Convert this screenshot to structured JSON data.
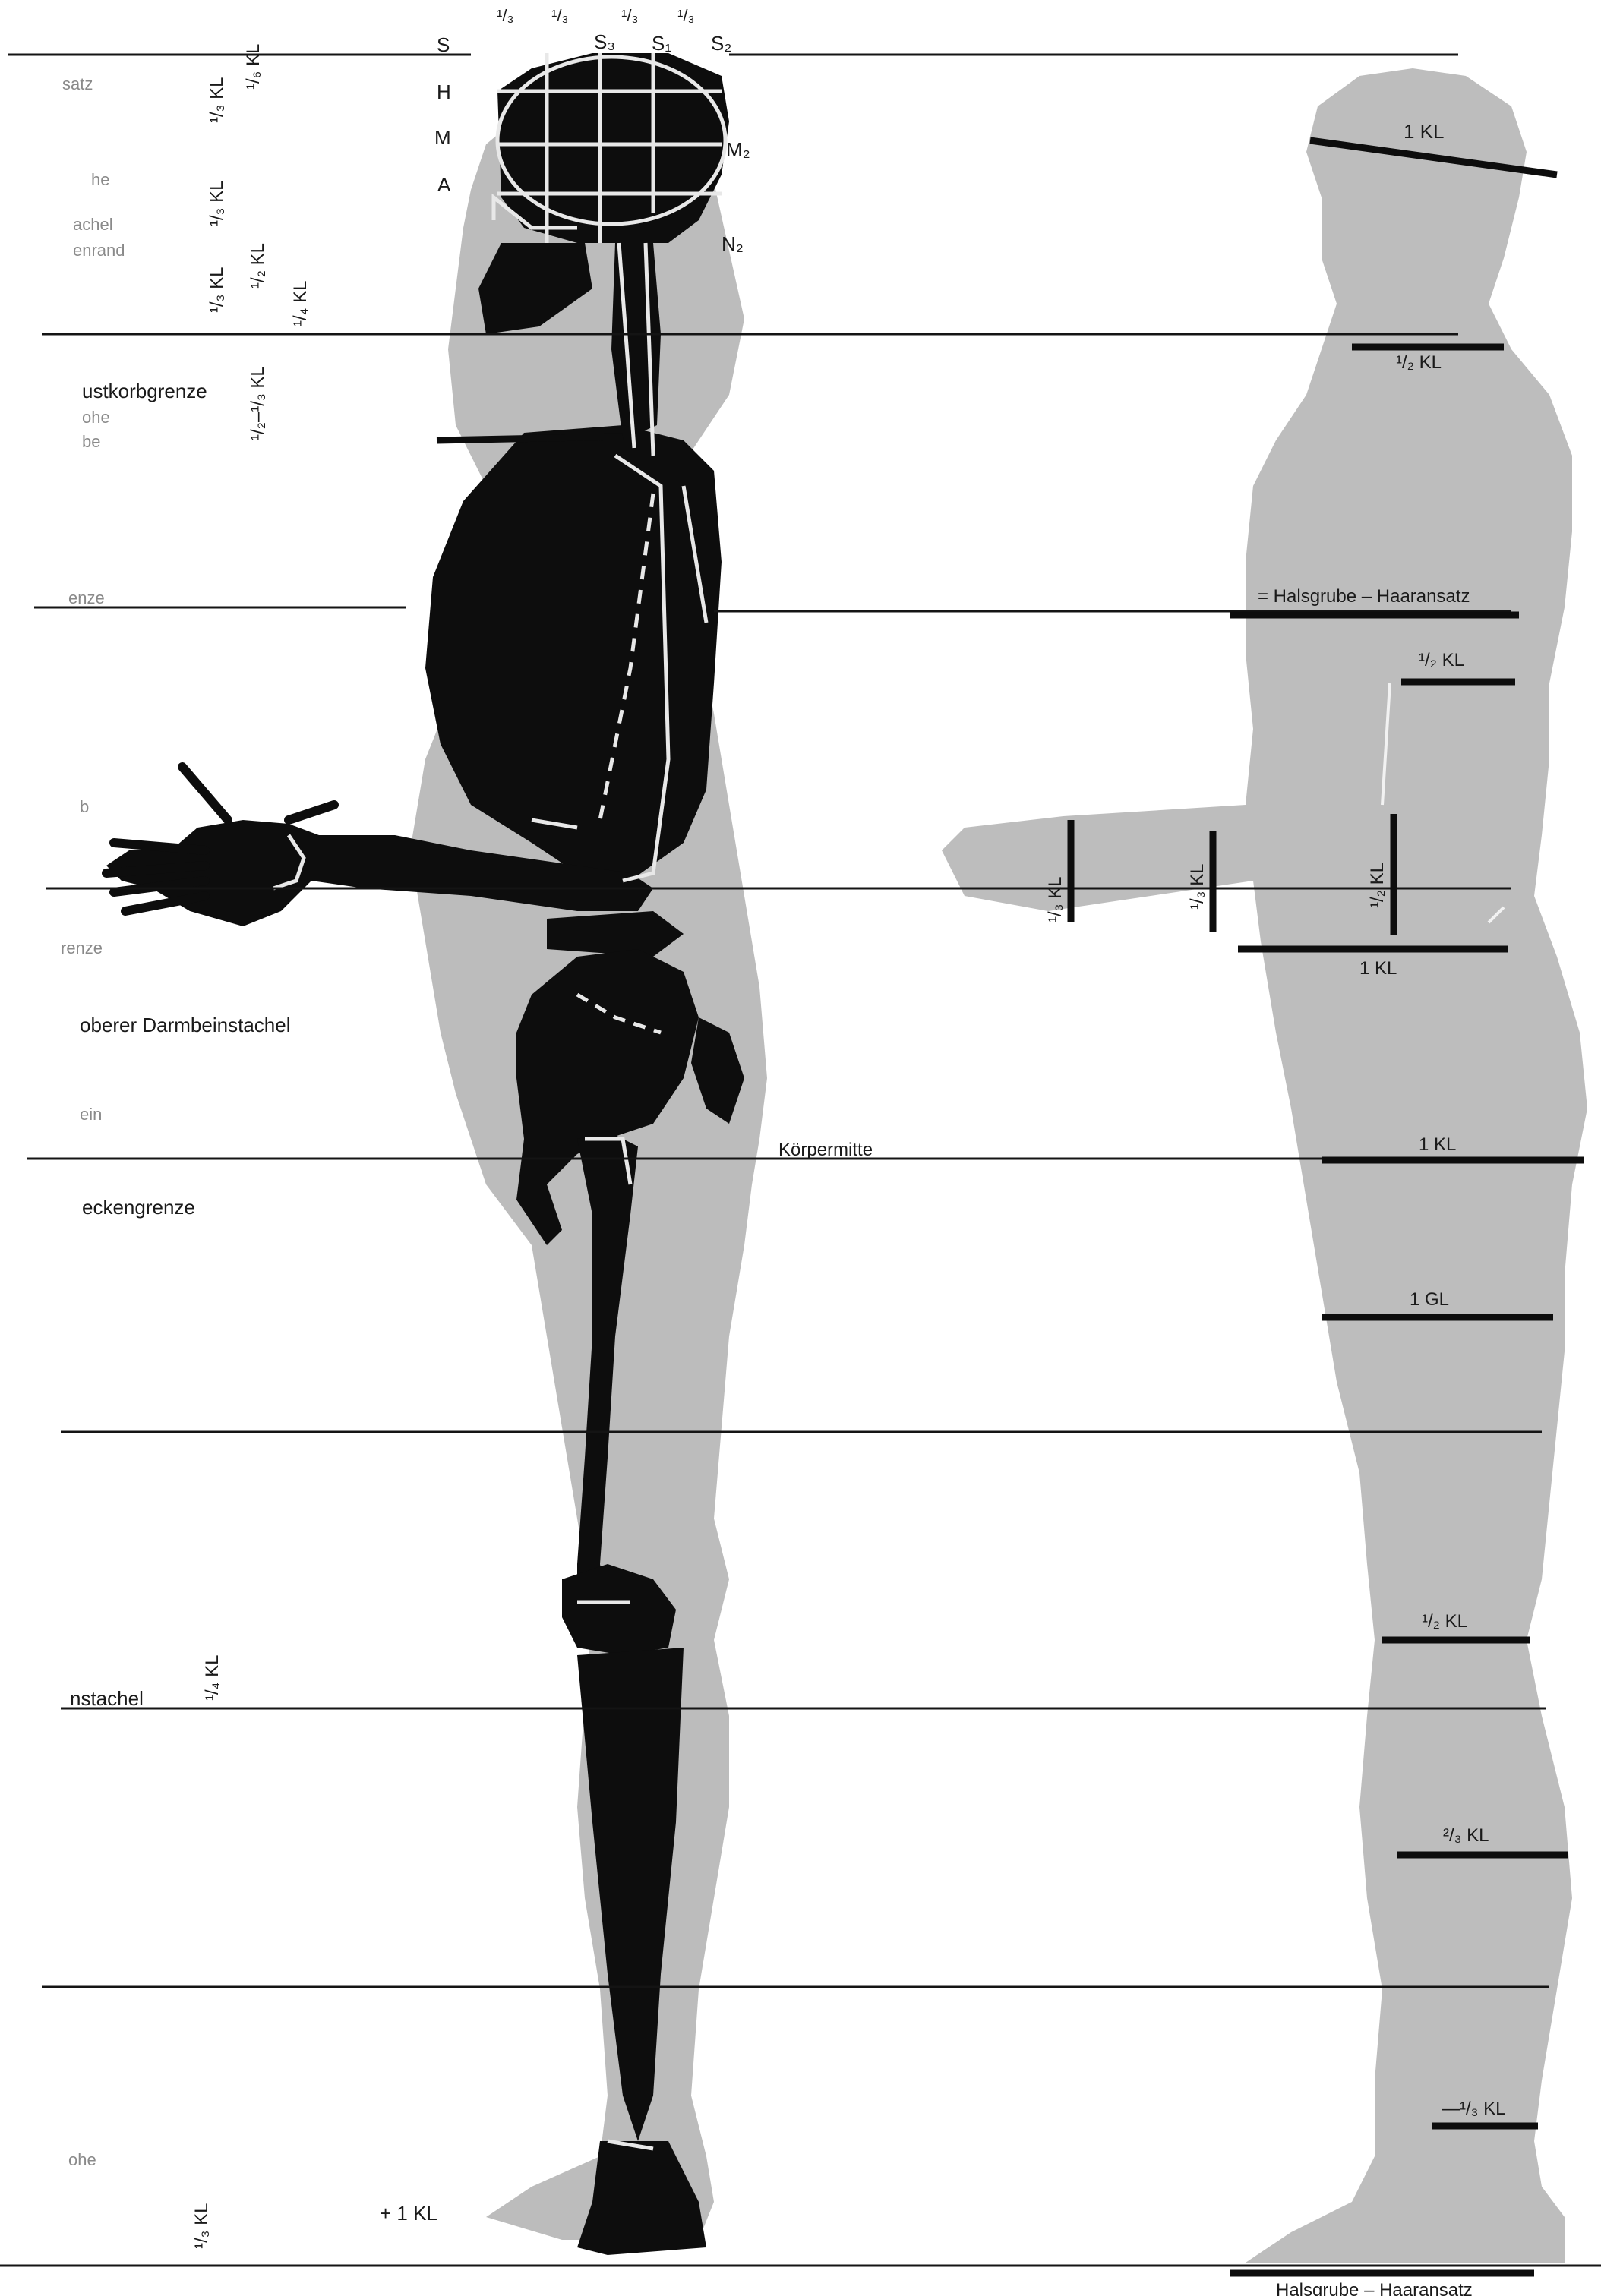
{
  "left_labels": {
    "l1": "satz",
    "l2": "he",
    "l3": "achel",
    "l4": "enrand",
    "l5": "ustkorbgrenze",
    "l6": "ohe",
    "l7": "be",
    "l8": "enze",
    "l9": "b",
    "l10": "renze",
    "l11": "oberer Darmbeinstachel",
    "l12": "ein",
    "l13": "eckengrenze",
    "l14": "nstachel",
    "l15": "ohe"
  },
  "head_labels": {
    "S": "S",
    "H": "H",
    "M": "M",
    "A": "A",
    "S3": "S₃",
    "S1": "S₁",
    "S2": "S₂",
    "M2": "M₂",
    "N2": "N₂",
    "third1": "¹/₃",
    "third2": "¹/₃",
    "third3": "¹/₃",
    "third4": "¹/₃"
  },
  "vertical_labels": {
    "v1": "¹/₃ KL",
    "v2": "¹/₆ KL",
    "v3": "¹/₃ KL",
    "v4": "¹/₃ KL",
    "v5": "¹/₂ KL",
    "v6": "¹/₄ KL",
    "v7": "¹/₂–¹/₃ KL",
    "v8": "¹/₄ KL",
    "v9": "¹/₃ KL"
  },
  "center_labels": {
    "koerpermitte": "Körpermitte",
    "plus_kl": "+ 1 KL"
  },
  "right_labels": {
    "head_width": "1 KL",
    "neck": "¹/₂ KL",
    "chest": "= Halsgrube – Haaransatz",
    "upper_arm": "¹/₂ KL",
    "waist": "1 KL",
    "hip": "1 KL",
    "thigh": "1 GL",
    "knee": "¹/₂ KL",
    "calf": "²/₃ KL",
    "ankle": "—¹/₃ KL",
    "foot": "Halsgrube – Haaransatz",
    "arm1": "¹/₃ KL",
    "arm2": "¹/₃ KL",
    "arm3": "¹/₂ KL"
  },
  "colors": {
    "silhouette": "#b9b9b9",
    "skeleton": "#0d0d0d",
    "line": "#141414"
  }
}
